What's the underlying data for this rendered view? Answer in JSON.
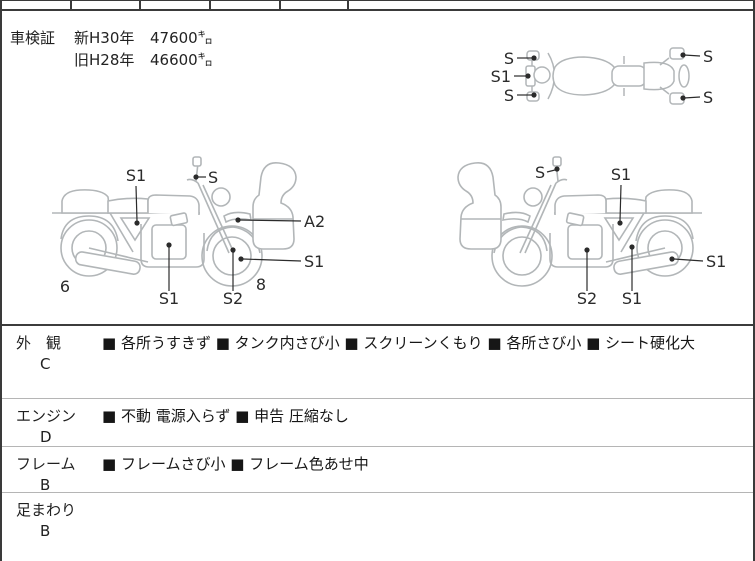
{
  "shaken": {
    "label": "車検証",
    "rows": [
      {
        "era": "新H30年",
        "odo": "47600㌔"
      },
      {
        "era": "旧H28年",
        "odo": "46600㌔"
      }
    ]
  },
  "diagrams": {
    "top_view": {
      "labels": {
        "left_top": "S",
        "left_mid": "S1",
        "left_bottom": "S",
        "right_top": "S",
        "right_bottom": "S"
      }
    },
    "left_view": {
      "labels": {
        "tank": "S1",
        "mirror": "S",
        "fender": "A2",
        "front_wheel": "S1",
        "engine": "S1",
        "fork": "S2",
        "num_rear": "6",
        "num_front": "8"
      }
    },
    "right_view": {
      "labels": {
        "mirror": "S",
        "tank": "S1",
        "rear_wheel": "S1",
        "engine": "S2",
        "swingarm": "S1"
      }
    }
  },
  "sections": [
    {
      "name": "外　観",
      "grade": "C",
      "remarks": "■ 各所うすきず ■ タンク内さび小 ■ スクリーンくもり ■ 各所さび小 ■ シート硬化大"
    },
    {
      "name": "エンジン",
      "grade": "D",
      "remarks": "■ 不動 電源入らず ■ 申告 圧縮なし"
    },
    {
      "name": "フレーム",
      "grade": "B",
      "remarks": "■ フレームさび小 ■ フレーム色あせ中"
    },
    {
      "name": "足まわり",
      "grade": "B",
      "remarks": ""
    }
  ],
  "colors": {
    "border_dark": "#3a3a3a",
    "border_light": "#b5b5b5",
    "diagram_stroke": "#b2b6b8",
    "marker": "#2b2b2b",
    "text": "#1f1f1f"
  }
}
